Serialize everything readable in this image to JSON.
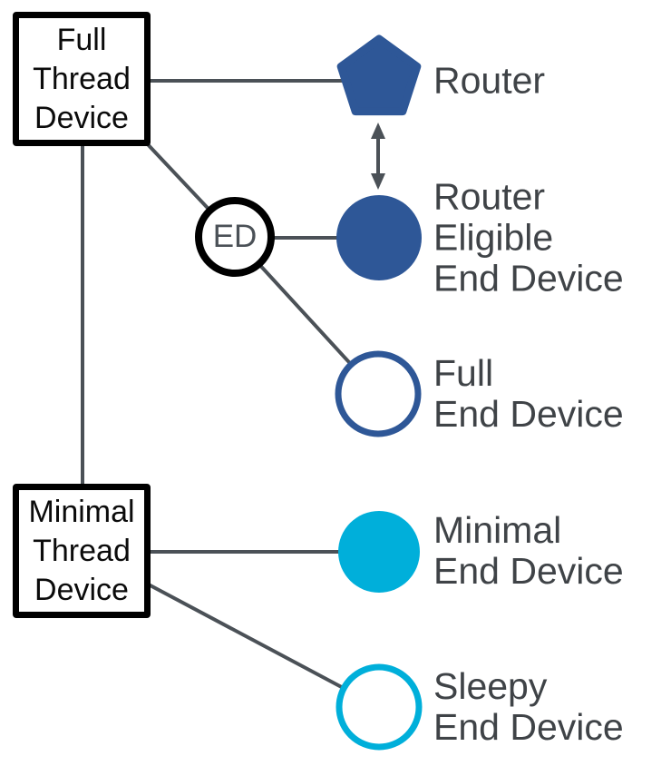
{
  "title": "Thread device types diagram",
  "colors": {
    "router_blue": "#2e5797",
    "minimal_cyan": "#00afda",
    "connector_gray": "#4b5157",
    "label_gray": "#3f4347",
    "outline_black": "#000000"
  },
  "boxes": {
    "full_thread_device": {
      "label": "Full\nThread\nDevice"
    },
    "minimal_thread_device": {
      "label": "Minimal\nThread\nDevice"
    }
  },
  "nodes": {
    "router": {
      "label": "Router",
      "shape": "pentagon",
      "fill": "solid-blue"
    },
    "router_eligible_end_device": {
      "label": "Router Eligible\nEnd Device",
      "shape": "circle",
      "fill": "solid-blue"
    },
    "full_end_device": {
      "label": "Full\nEnd Device",
      "shape": "circle",
      "fill": "outline-blue"
    },
    "minimal_end_device": {
      "label": "Minimal\nEnd Device",
      "shape": "circle",
      "fill": "solid-cyan"
    },
    "sleepy_end_device": {
      "label": "Sleepy\nEnd Device",
      "shape": "circle",
      "fill": "outline-cyan"
    },
    "ed_badge": {
      "label": "ED",
      "shape": "circle",
      "fill": "outline-black"
    }
  },
  "edges": [
    {
      "from": "full_thread_device",
      "to": "router",
      "type": "line"
    },
    {
      "from": "full_thread_device",
      "to": "ed_badge",
      "type": "line"
    },
    {
      "from": "full_thread_device",
      "to": "minimal_thread_device",
      "type": "line"
    },
    {
      "from": "ed_badge",
      "to": "router_eligible_end_device",
      "type": "line"
    },
    {
      "from": "ed_badge",
      "to": "full_end_device",
      "type": "line"
    },
    {
      "from": "minimal_thread_device",
      "to": "minimal_end_device",
      "type": "line"
    },
    {
      "from": "minimal_thread_device",
      "to": "sleepy_end_device",
      "type": "line"
    },
    {
      "from": "router",
      "to": "router_eligible_end_device",
      "type": "double-arrow"
    }
  ]
}
